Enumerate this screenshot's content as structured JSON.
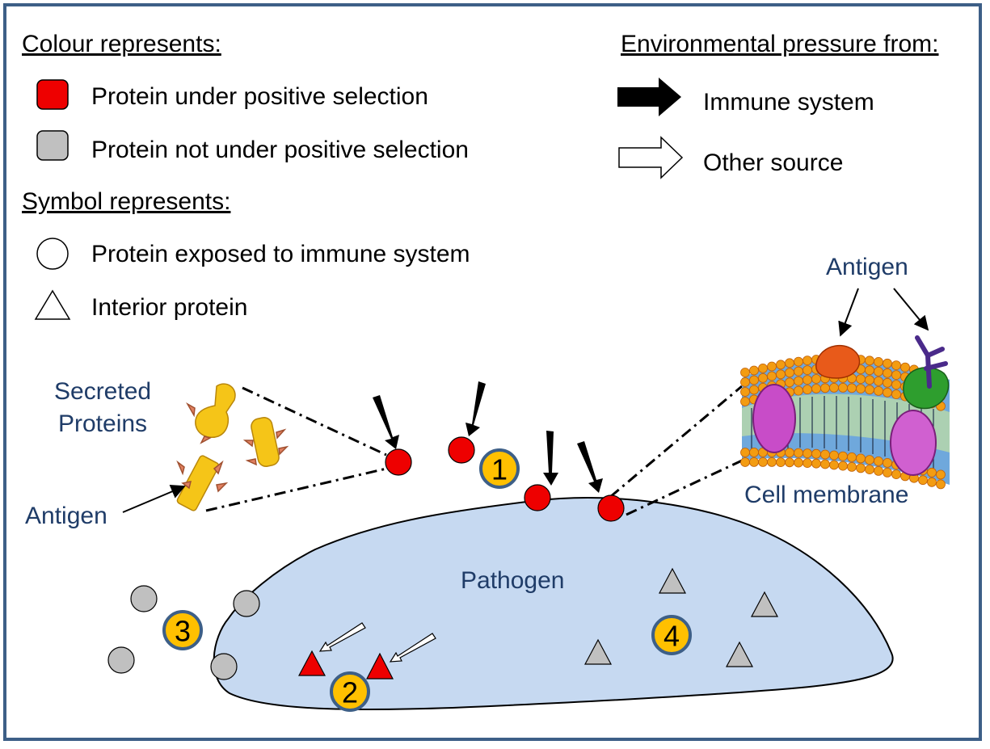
{
  "legend": {
    "colour_heading": "Colour represents:",
    "colour_red": "Protein under positive selection",
    "colour_grey": "Protein not under positive selection",
    "symbol_heading": "Symbol represents:",
    "symbol_circle": "Protein exposed to immune system",
    "symbol_triangle": "Interior protein",
    "pressure_heading": "Environmental pressure from:",
    "pressure_immune": "Immune system",
    "pressure_other": "Other source"
  },
  "labels": {
    "secreted_line1": "Secreted",
    "secreted_line2": "Proteins",
    "antigen_left": "Antigen",
    "antigen_top": "Antigen",
    "cell_membrane": "Cell membrane",
    "pathogen": "Pathogen"
  },
  "badges": {
    "one": "1",
    "two": "2",
    "three": "3",
    "four": "4"
  },
  "colors": {
    "red": "#ee0000",
    "grey": "#c0c0c0",
    "pathogen_fill": "#c6d9f1",
    "badge_fill": "#ffc000",
    "badge_ring": "#3d5f87",
    "frame": "#3d5f87",
    "label_blue": "#1f3c68"
  }
}
